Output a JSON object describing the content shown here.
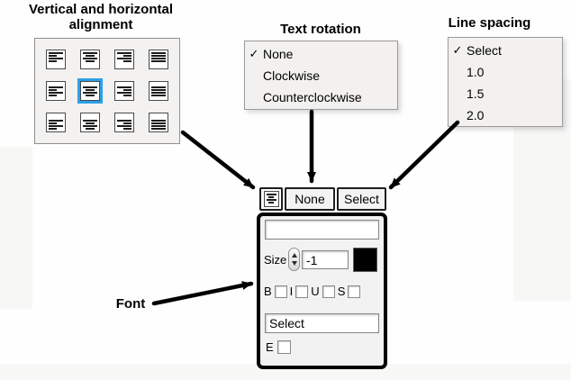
{
  "labels": {
    "alignment": "Vertical and horizontal alignment",
    "text_rotation": "Text rotation",
    "line_spacing": "Line spacing",
    "font": "Font"
  },
  "glyphs": {
    "check": "✓"
  },
  "alignment_grid": {
    "columns": [
      "left",
      "center",
      "right",
      "justify"
    ],
    "rows": [
      "top",
      "middle",
      "bottom"
    ],
    "selected": "center-middle"
  },
  "rotation_menu": {
    "items": [
      {
        "label": "None",
        "checked": true
      },
      {
        "label": "Clockwise",
        "checked": false
      },
      {
        "label": "Counterclockwise",
        "checked": false
      }
    ]
  },
  "spacing_menu": {
    "items": [
      {
        "label": "Select",
        "checked": true
      },
      {
        "label": "1.0",
        "checked": false
      },
      {
        "label": "1.5",
        "checked": false
      },
      {
        "label": "2.0",
        "checked": false
      }
    ]
  },
  "toolbar": {
    "rotation_value": "None",
    "spacing_value": "Select"
  },
  "font_panel": {
    "text_value": "",
    "size_label": "Size",
    "size_value": "-1",
    "styles": [
      "B",
      "I",
      "U",
      "S"
    ],
    "font_name": "Select",
    "e_label": "E"
  },
  "colors": {
    "selection_highlight": "#2e9fe6",
    "color_swatch": "#000000",
    "menu_background": "#f2f1ef"
  }
}
